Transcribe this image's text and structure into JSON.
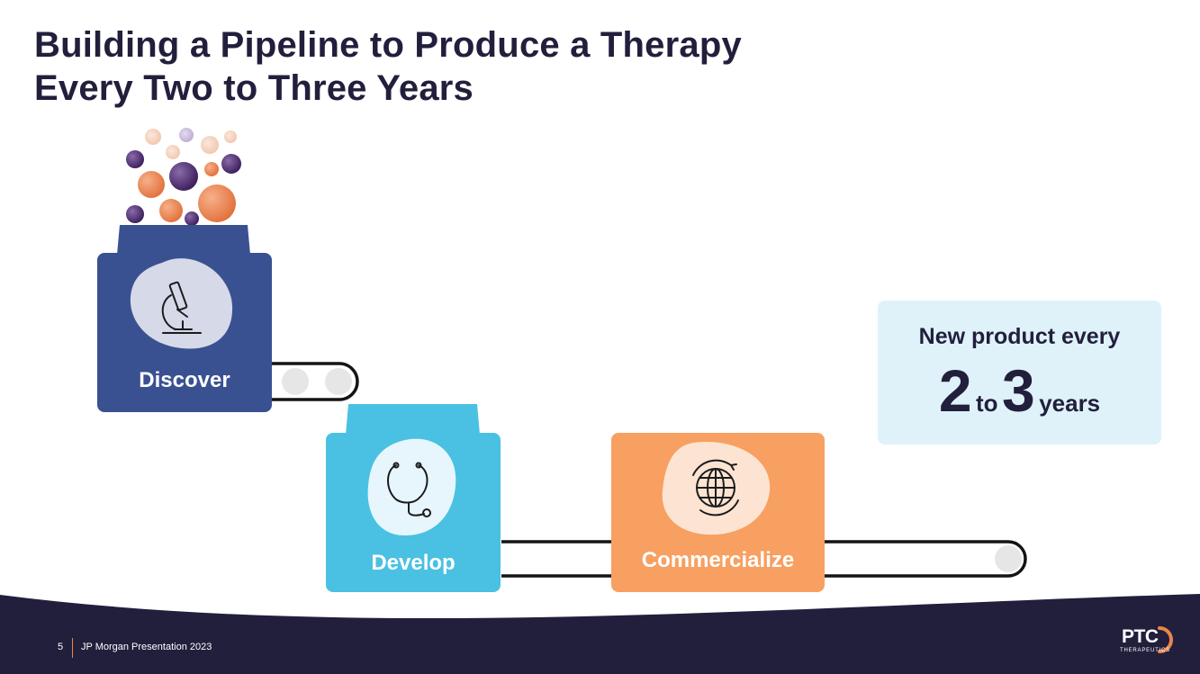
{
  "slide": {
    "title_line1": "Building a Pipeline to Produce a Therapy",
    "title_line2": "Every Two to Three Years"
  },
  "stages": [
    {
      "label": "Discover",
      "icon": "microscope-icon"
    },
    {
      "label": "Develop",
      "icon": "stethoscope-icon"
    },
    {
      "label": "Commercialize",
      "icon": "globe-icon"
    }
  ],
  "callout": {
    "heading": "New product every",
    "min_years": "2",
    "connector": "to",
    "max_years": "3",
    "unit": "years"
  },
  "footer": {
    "page_number": "5",
    "event": "JP Morgan Presentation 2023",
    "logo_text": "PTC",
    "logo_subtext": "THERAPEUTICS"
  },
  "colors": {
    "title": "#221f3d",
    "discover": "#3a5191",
    "develop": "#4ac1e2",
    "commercialize": "#f7a062",
    "callout_bg": "#dff2fa",
    "footer_bg": "#221f3d",
    "accent": "#e8864a"
  }
}
